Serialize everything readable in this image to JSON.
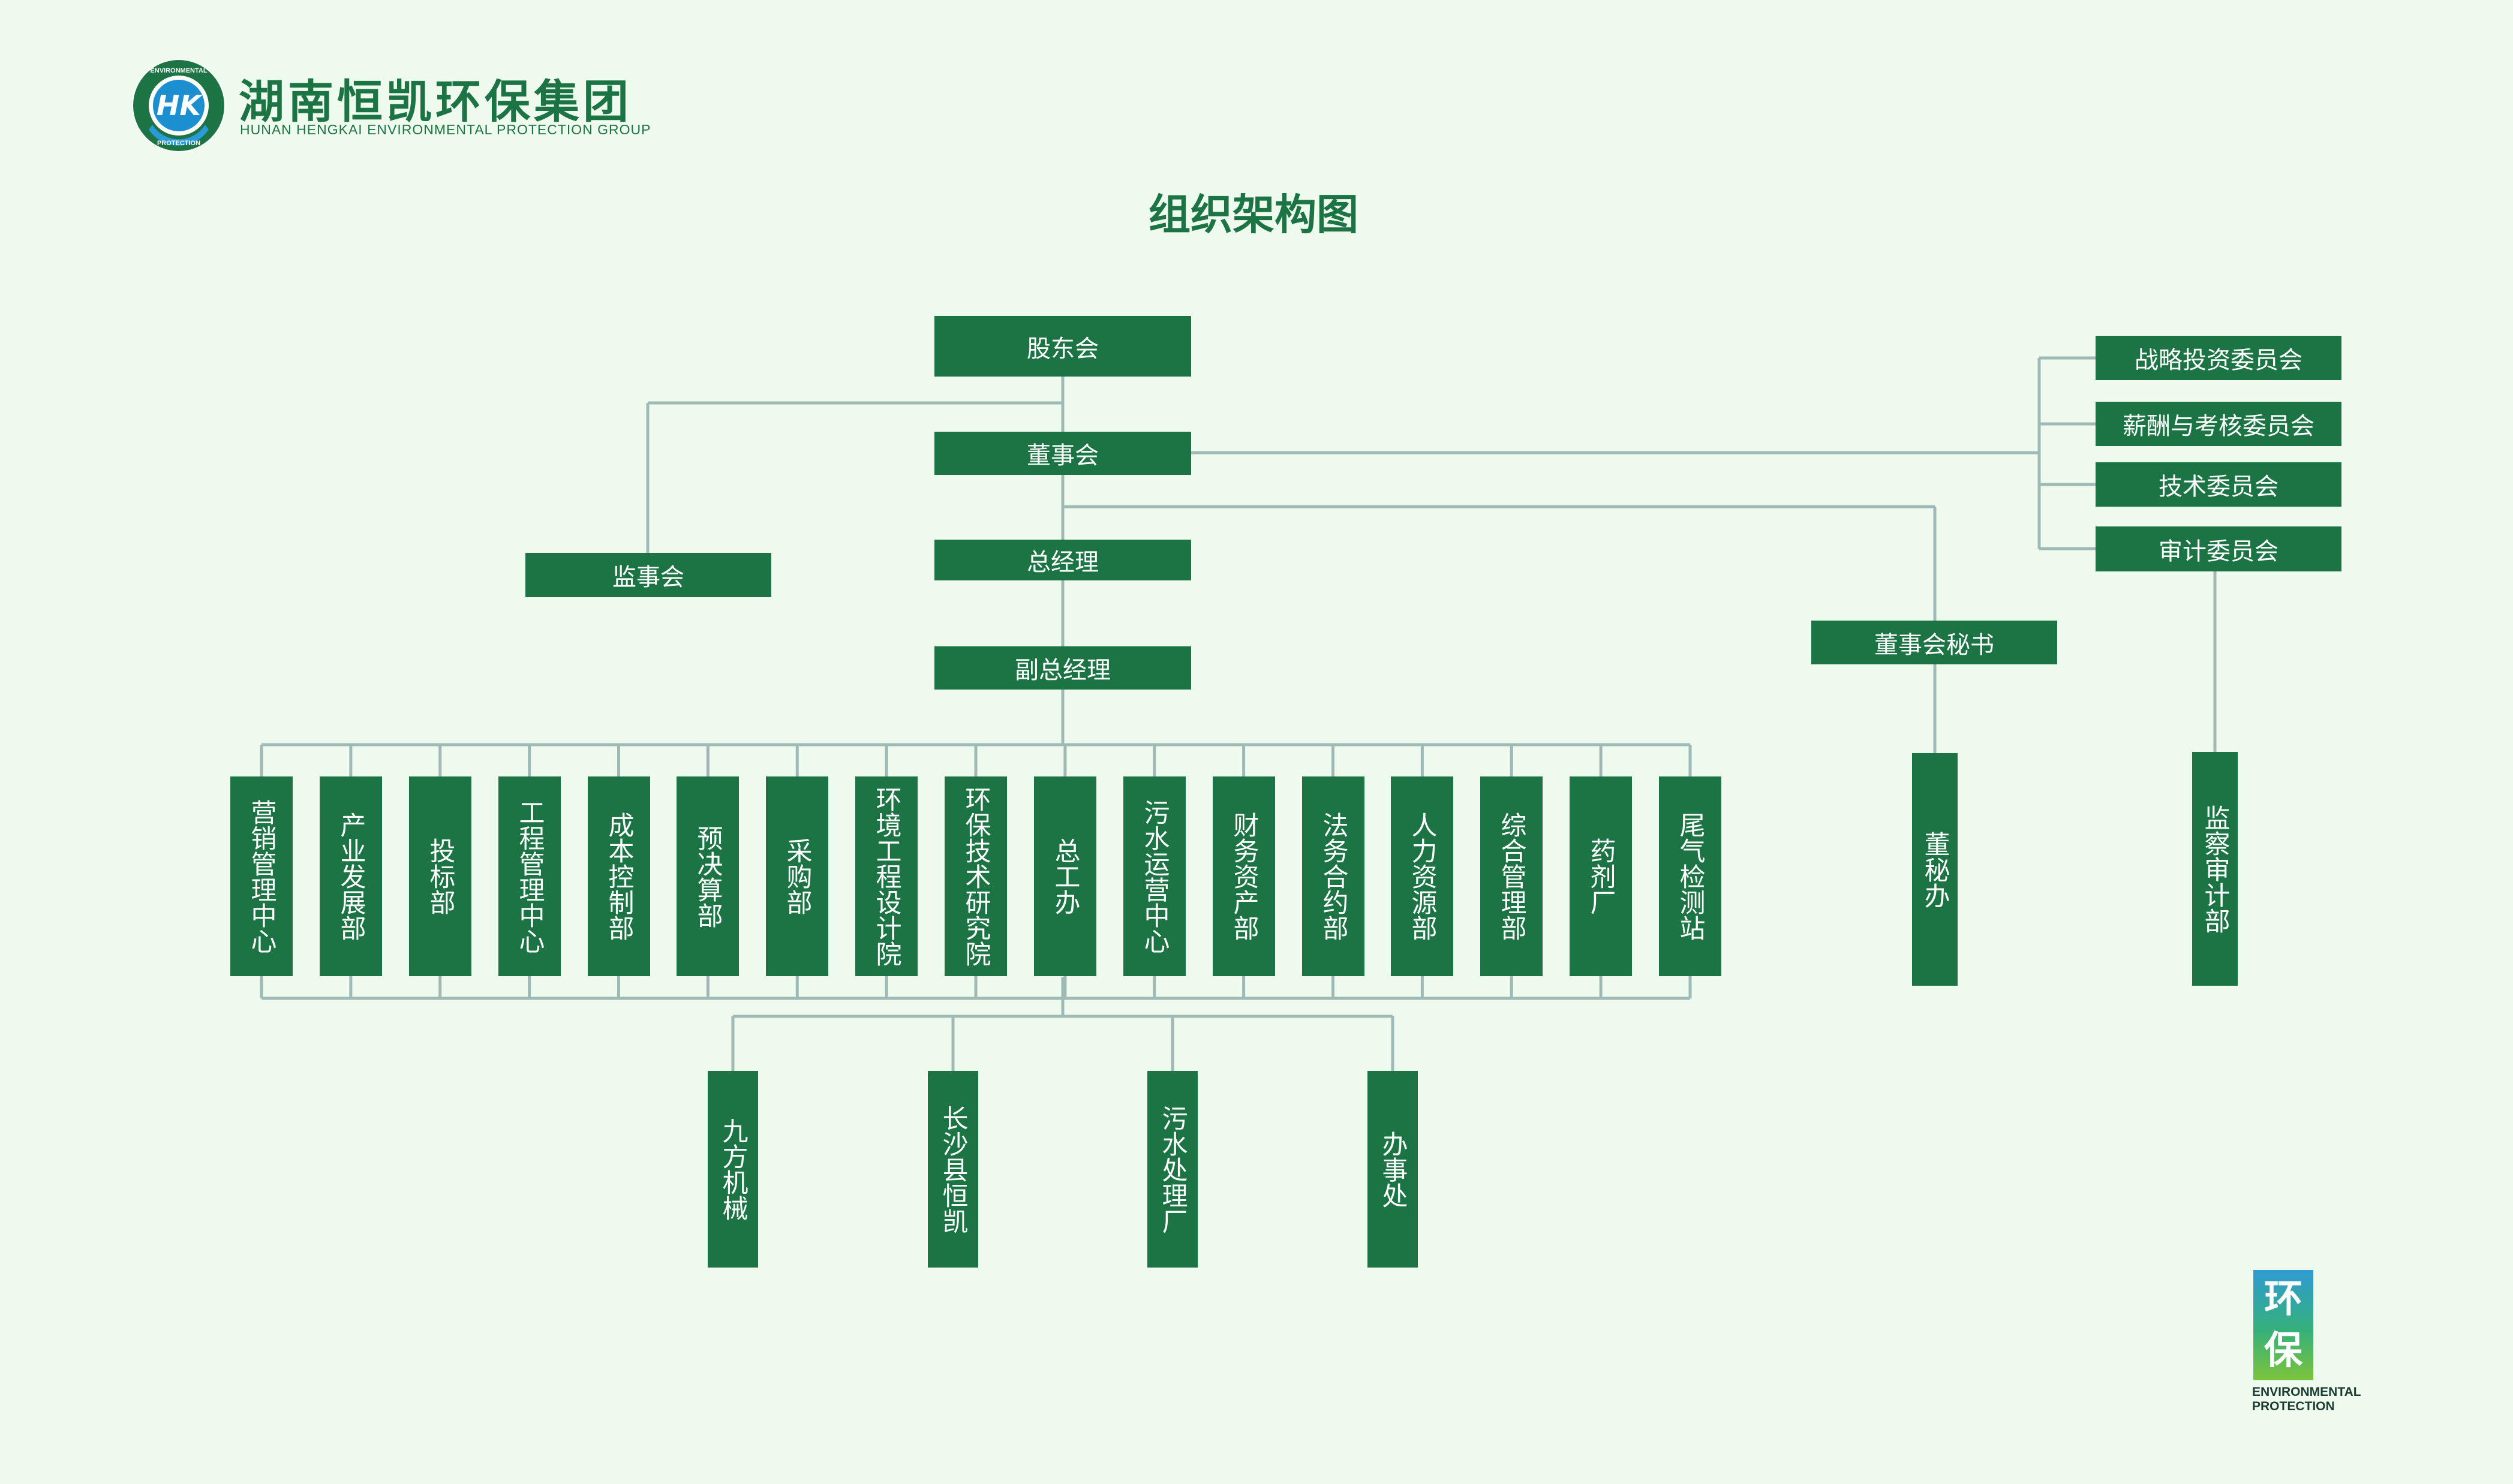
{
  "logo": {
    "emblem_text": "HK",
    "ring_top": "ENVIRONMENTAL",
    "ring_bottom": "PROTECTION",
    "company_cn": "湖南恒凯环保集团",
    "company_en": "HUNAN HENGKAI ENVIRONMENTAL PROTECTION GROUP"
  },
  "title": "组织架构图",
  "nodes": {
    "shareholders": "股东会",
    "board": "董事会",
    "supervisors": "监事会",
    "gm": "总经理",
    "deputy_gm": "副总经理",
    "board_secretary": "董事会秘书",
    "board_secretary_office": "董秘办",
    "audit_supervision": "监察审计部",
    "committees": [
      "战略投资委员会",
      "薪酬与考核委员会",
      "技术委员会",
      "审计委员会"
    ],
    "departments": [
      "营销管理中心",
      "产业发展部",
      "投标部",
      "工程管理中心",
      "成本控制部",
      "预决算部",
      "采购部",
      "环境工程设计院",
      "环保技术研究院",
      "总工办",
      "污水运营中心",
      "财务资产部",
      "法务合约部",
      "人力资源部",
      "综合管理部",
      "药剂厂",
      "尾气检测站"
    ],
    "subsidiaries": [
      "九方机械",
      "长沙县恒凯",
      "污水处理厂",
      "办事处"
    ]
  },
  "badge": {
    "cn_line1": "环",
    "cn_line2": "保",
    "en_line1": "ENVIRONMENTAL",
    "en_line2": "PROTECTION"
  },
  "colors": {
    "background": "#eefaee",
    "box_fill": "#1c7444",
    "connector": "#9fb9b7",
    "title_text": "#1c7444"
  }
}
